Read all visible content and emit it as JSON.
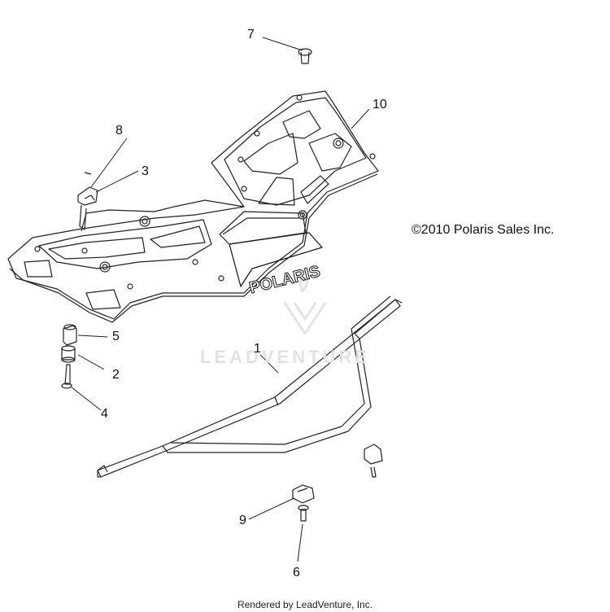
{
  "callouts": {
    "c1": "1",
    "c2": "2",
    "c3": "3",
    "c4": "4",
    "c5": "5",
    "c6": "6",
    "c7": "7",
    "c8": "8",
    "c9": "9",
    "c10": "10"
  },
  "copyright": "©2010 Polaris Sales Inc.",
  "rack_logo": "POLARIS",
  "watermark": "LEADVENTURE",
  "footer": "Rendered by LeadVenture, Inc."
}
